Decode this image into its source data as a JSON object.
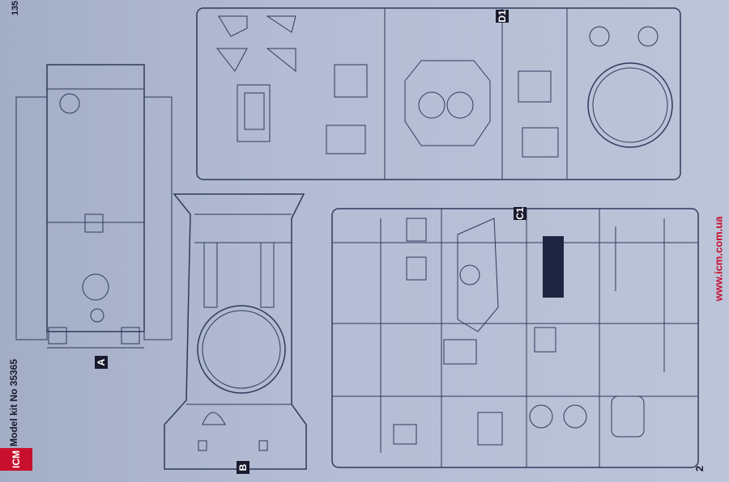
{
  "header": {
    "page_top_number": "135",
    "kit_label": "Model kit No 35365",
    "brand": "ICM",
    "page_bottom_number": "2",
    "website": "www.icm.com.ua"
  },
  "parts": {
    "label_a": "A",
    "label_b": "B",
    "label_c1": "C1",
    "label_d1": "D1"
  }
}
